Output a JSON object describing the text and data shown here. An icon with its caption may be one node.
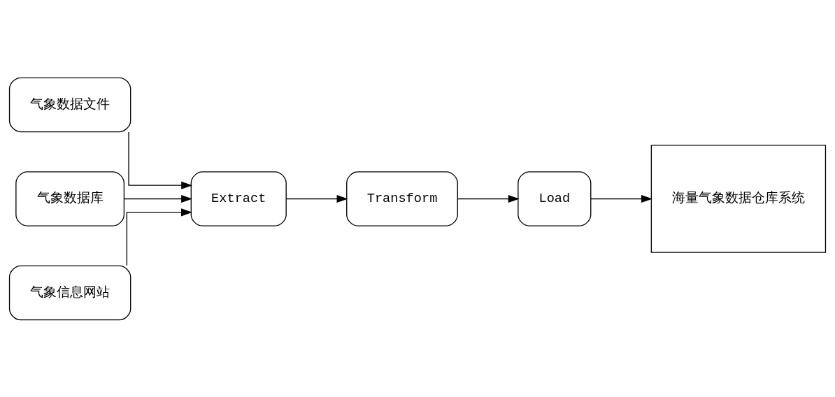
{
  "diagram": {
    "nodes": [
      {
        "text": [
          "气象数据文件"
        ]
      },
      {
        "text": [
          "气象数据库"
        ]
      },
      {
        "text": [
          "气象信息网站"
        ]
      },
      {
        "text": [
          "Extract"
        ]
      },
      {
        "text": [
          "Transform"
        ]
      },
      {
        "text": [
          "Load"
        ]
      },
      {
        "text": [
          "海量气象数据仓库系统"
        ]
      }
    ],
    "edges": [
      {
        "from": 0,
        "to": 3,
        "arrow": "to"
      },
      {
        "from": 1,
        "to": 3,
        "arrow": "to"
      },
      {
        "from": 2,
        "to": 3,
        "arrow": "to"
      },
      {
        "from": 3,
        "to": 4,
        "arrow": "to"
      },
      {
        "from": 4,
        "to": 5,
        "arrow": "to"
      },
      {
        "from": 5,
        "to": 6,
        "arrow": "to"
      }
    ]
  }
}
